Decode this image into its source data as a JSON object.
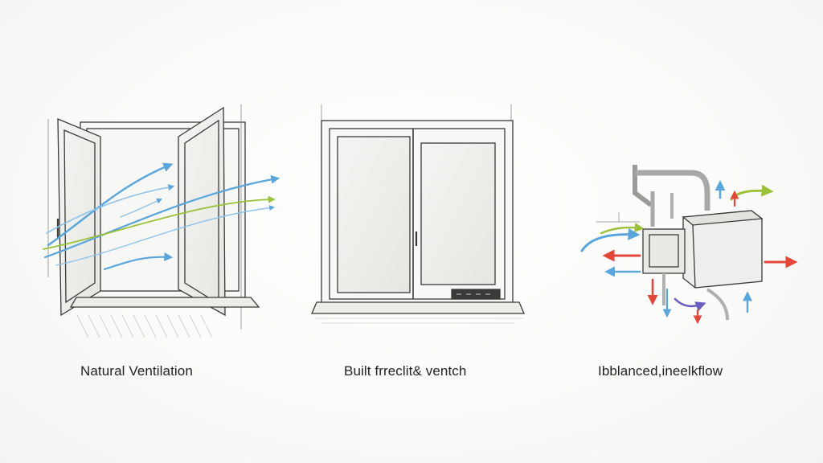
{
  "panels": [
    {
      "caption": "Natural Ventilation"
    },
    {
      "caption": "Built frreclit& ventch"
    },
    {
      "caption": "Ibblanced,ineelkflow"
    }
  ],
  "colors": {
    "ink": "#3a3a3a",
    "light_ink": "#8a8a8a",
    "air_blue": "#5aa6dc",
    "air_green": "#9cc23a",
    "air_red": "#e2473a",
    "air_purple": "#6a5fc0"
  },
  "icons": [
    "arrow-icon",
    "window-icon",
    "unit-icon"
  ]
}
